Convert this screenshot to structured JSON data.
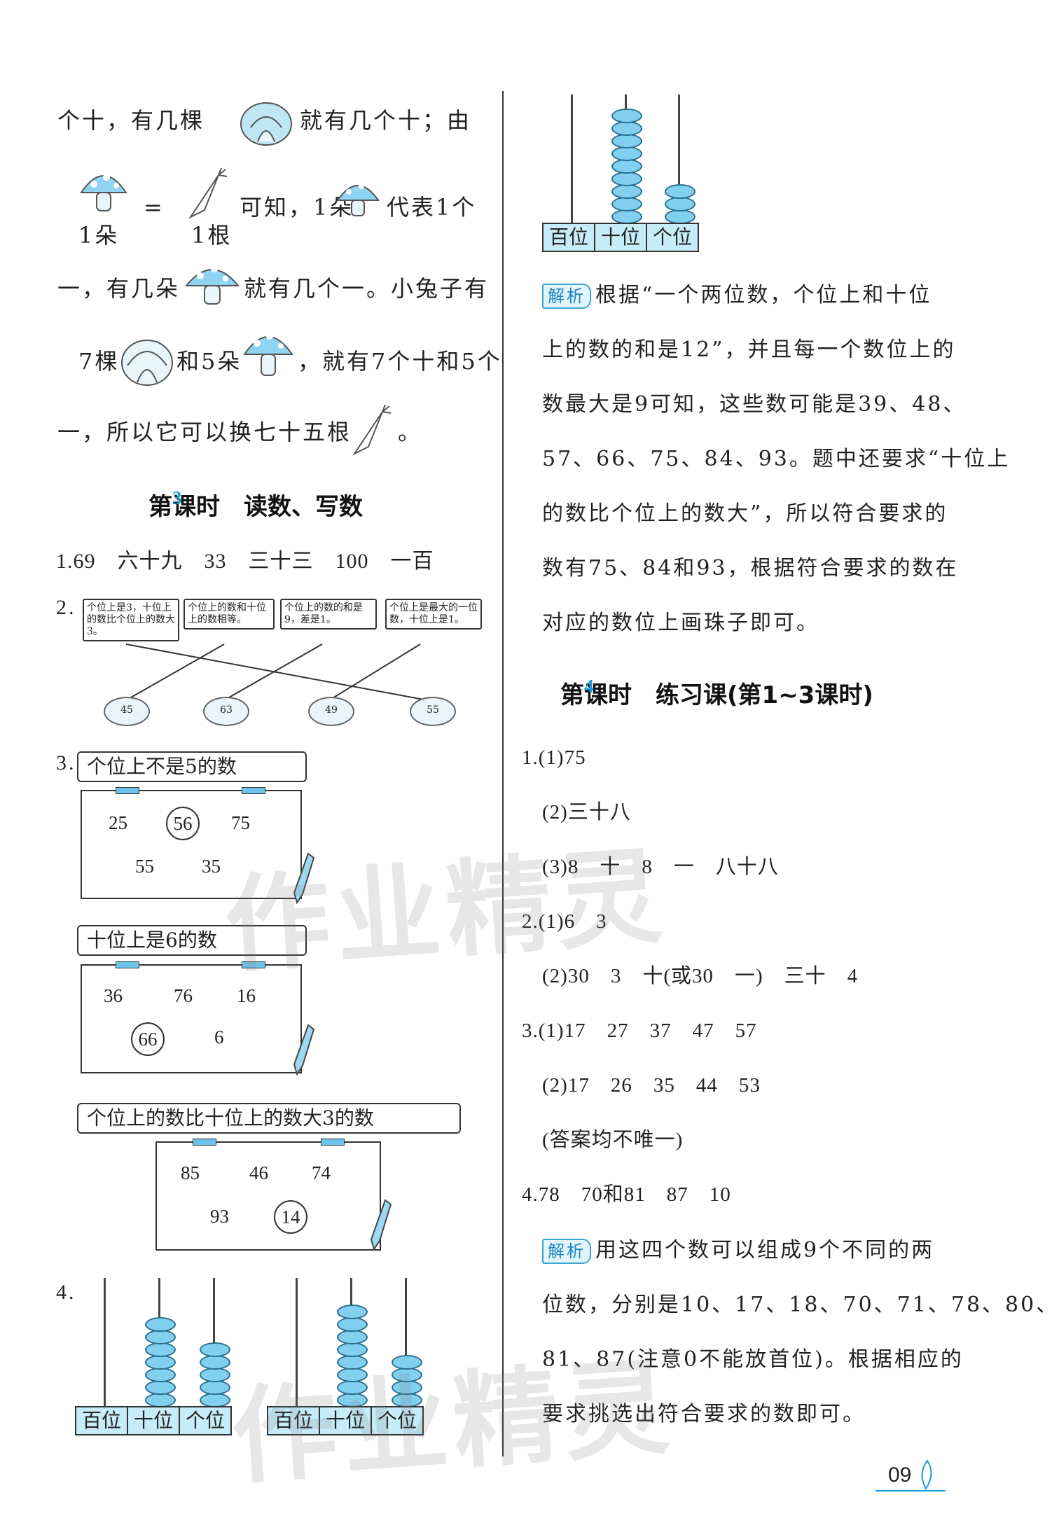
{
  "left": {
    "intro_lines": [
      "个十，有几棵",
      "就有几个十；由",
      "=",
      "可知，1朵",
      "代表1个",
      "1朵",
      "1根",
      "一，有几朵",
      "就有几个一。小兔子有",
      "7棵",
      "和5朵",
      "，就有7个十和5个",
      "一，所以它可以换七十五根",
      "。"
    ],
    "lesson3_heading": {
      "prefix": "第",
      "num": "3",
      "suffix": "课时　读数、写数"
    },
    "q1": "1.69　六十九　33　三十三　100　一百",
    "q2_num": "2.",
    "q2_boxes": [
      "个位上是3，十位上的数比个位上的数大3。",
      "个位上的数和十位上的数相等。",
      "个位上的数的和是9，差是1。",
      "个位上是最大的一位数，十位上是1。"
    ],
    "q2_shells": [
      "45",
      "63",
      "49",
      "55"
    ],
    "q3_num": "3.",
    "q3_groups": [
      {
        "label": "个位上不是5的数",
        "numbers": [
          "25",
          "56",
          "75",
          "55",
          "35"
        ],
        "circled": "56"
      },
      {
        "label": "十位上是6的数",
        "numbers": [
          "36",
          "76",
          "16",
          "66",
          "6"
        ],
        "circled": "66"
      },
      {
        "label": "个位上的数比十位上的数大3的数",
        "numbers": [
          "85",
          "46",
          "74",
          "93",
          "14"
        ],
        "circled": "14"
      }
    ],
    "q4_num": "4.",
    "place_labels": [
      "百位",
      "十位",
      "个位"
    ]
  },
  "right": {
    "jiexi_tag": "解析",
    "analysis1_lines": [
      "根据“一个两位数，个位上和十位",
      "上的数的和是12”，并且每一个数位上的",
      "数最大是9可知，这些数可能是39、48、",
      "57、66、75、84、93。题中还要求“十位上",
      "的数比个位上的数大”，所以符合要求的",
      "数有75、84和93，根据符合要求的数在",
      "对应的数位上画珠子即可。"
    ],
    "lesson4_heading": {
      "prefix": "第",
      "num": "4",
      "suffix": "课时　练习课(第1~3课时)"
    },
    "answers": [
      "1.(1)75",
      "(2)三十八",
      "(3)8　十　8　一　八十八",
      "2.(1)6　3",
      "(2)30　3　十(或30　一)　三十　4",
      "3.(1)17　27　37　47　57",
      "(2)17　26　35　44　53",
      "(答案均不唯一)",
      "4.78　70和81　87　10"
    ],
    "analysis2_lines": [
      "用这四个数可以组成9个不同的两",
      "位数，分别是10、17、18、70、71、78、80、",
      "81、87(注意0不能放首位)。根据相应的",
      "要求挑选出符合要求的数即可。"
    ]
  },
  "watermark": "作业精灵",
  "page_number": "09",
  "colors": {
    "accent": "#1a9cd8",
    "bead": "#82d0f0"
  }
}
